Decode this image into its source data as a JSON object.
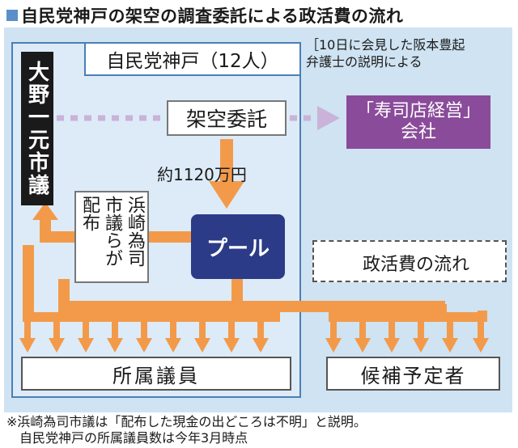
{
  "title": "自民党神戸の架空の調査委託による政活費の流れ",
  "group_label": "自民党神戸（12人）",
  "source_note": [
    "［10日に会見した阪本豊起",
    "弁護士の説明による"
  ],
  "councilor": "大野一元市議",
  "fake_contract": "架空委託",
  "company": [
    "「寿司店経営」",
    "会社"
  ],
  "amount": "約1120万円",
  "pool": "プール",
  "distributor": "浜崎為司市議らが配布",
  "legend": "政活費の流れ",
  "members": "所属議員",
  "candidates": "候補予定者",
  "footnote": [
    "※浜崎為司市議は「配布した現金の出どころは不明」と説明。",
    "　自民党神戸の所属議員数は今年3月時点"
  ],
  "colors": {
    "frame_bg": "#cfe3f2",
    "region_border": "#4a7fb5",
    "arrow": "#f39a4a",
    "dashed_arrow": "#c9b3d9",
    "company_bg": "#8a4b9a",
    "pool_bg": "#2c3b88",
    "councilor_bg": "#1a1a1a",
    "title_marker": "#5b8fc9"
  }
}
